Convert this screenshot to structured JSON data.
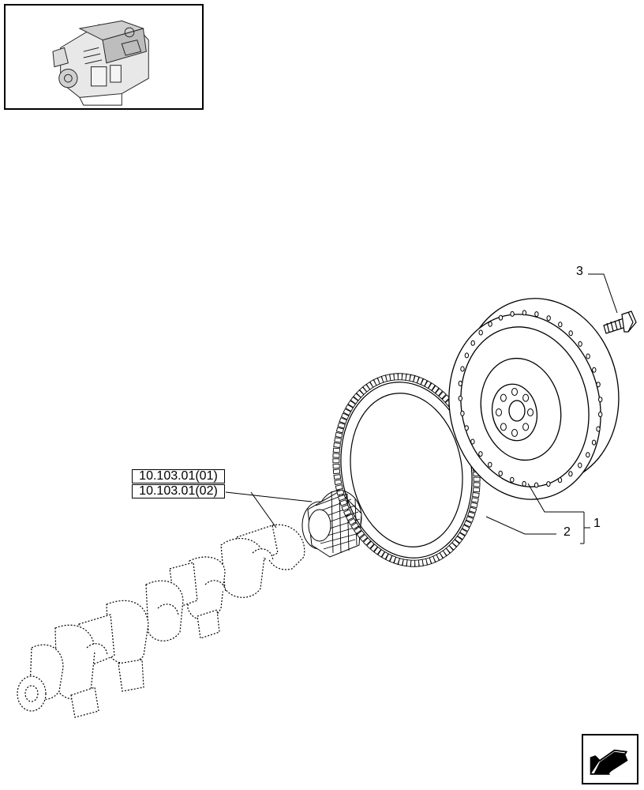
{
  "references": [
    {
      "code": "10.103.01(01)"
    },
    {
      "code": "10.103.01(02)"
    }
  ],
  "callouts": {
    "bolt": "3",
    "ring_gear": "2",
    "assembly": "1"
  },
  "icons": {
    "thumbnail": "engine-thumbnail-icon",
    "navigation": "next-page-arrow-icon"
  }
}
